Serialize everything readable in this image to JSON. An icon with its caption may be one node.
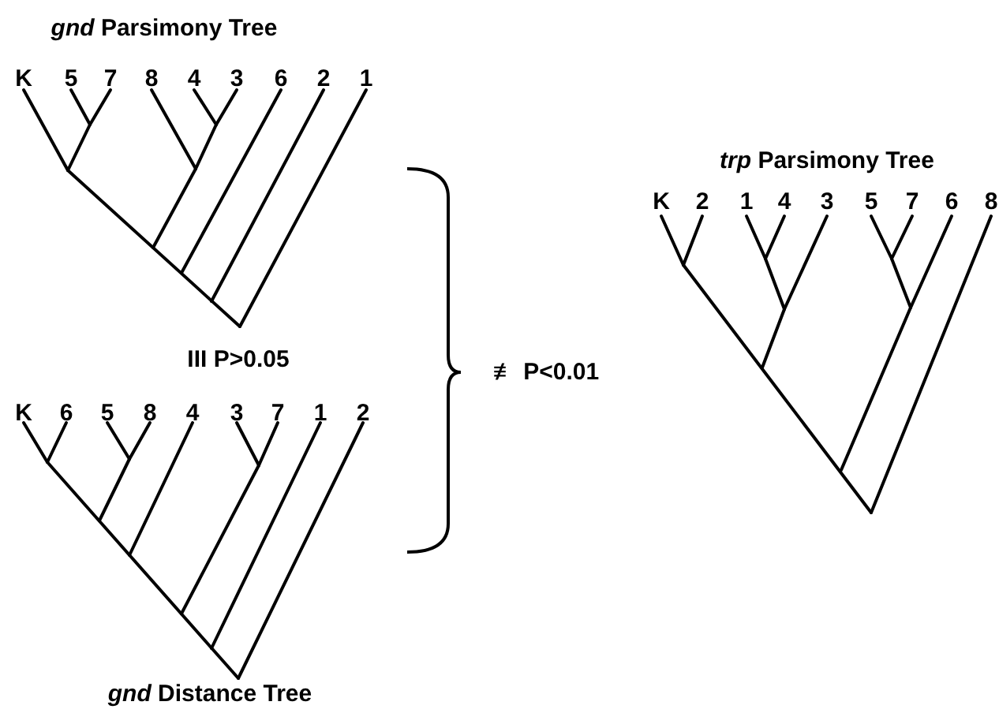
{
  "diagram": {
    "labels": [
      "*gnd* Parsimony Tree",
      "K",
      "5",
      "7",
      "8",
      "4",
      "3",
      "6",
      "2",
      "1",
      "III P>0.05",
      "K",
      "6",
      "5",
      "8",
      "4",
      "3",
      "7",
      "1",
      "2",
      "*gnd* Distance Tree",
      "≢ P<0.01",
      "*trp* Parsimony Tree",
      "K",
      "2",
      "1",
      "4",
      "3",
      "5",
      "7",
      "6",
      "8"
    ]
  }
}
